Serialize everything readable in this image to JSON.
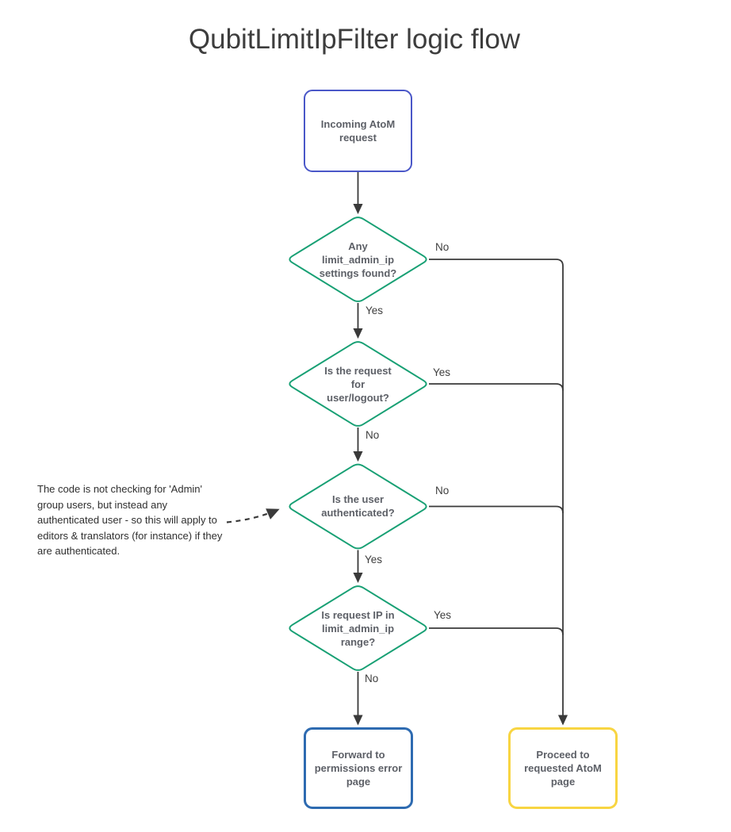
{
  "title": "QubitLimitIpFilter logic flow",
  "nodes": {
    "start": {
      "label": "Incoming AtoM\nrequest"
    },
    "d1": {
      "label": "Any\nlimit_admin_ip\nsettings found?"
    },
    "d2": {
      "label": "Is the request\nfor\nuser/logout?"
    },
    "d3": {
      "label": "Is the user\nauthenticated?"
    },
    "d4": {
      "label": "Is request IP in\nlimit_admin_ip\nrange?"
    },
    "error": {
      "label": "Forward to\npermissions error\npage"
    },
    "proceed": {
      "label": "Proceed to\nrequested AtoM\npage"
    }
  },
  "edge_labels": {
    "d1_no": "No",
    "d1_yes": "Yes",
    "d2_yes": "Yes",
    "d2_no": "No",
    "d3_no": "No",
    "d3_yes": "Yes",
    "d4_yes": "Yes",
    "d4_no": "No"
  },
  "annotation": "The code is not checking for 'Admin'\ngroup users, but instead any\nauthenticated user - so this will apply to\neditors & translators (for instance) if they\nare authenticated.",
  "colors": {
    "start_border": "#4a57c8",
    "decision_border": "#18a074",
    "error_border": "#2e6bb1",
    "proceed_border": "#f8d542",
    "connector": "#3a3a3a",
    "node_text": "#5d6067",
    "title_text": "#3d3d3d"
  }
}
